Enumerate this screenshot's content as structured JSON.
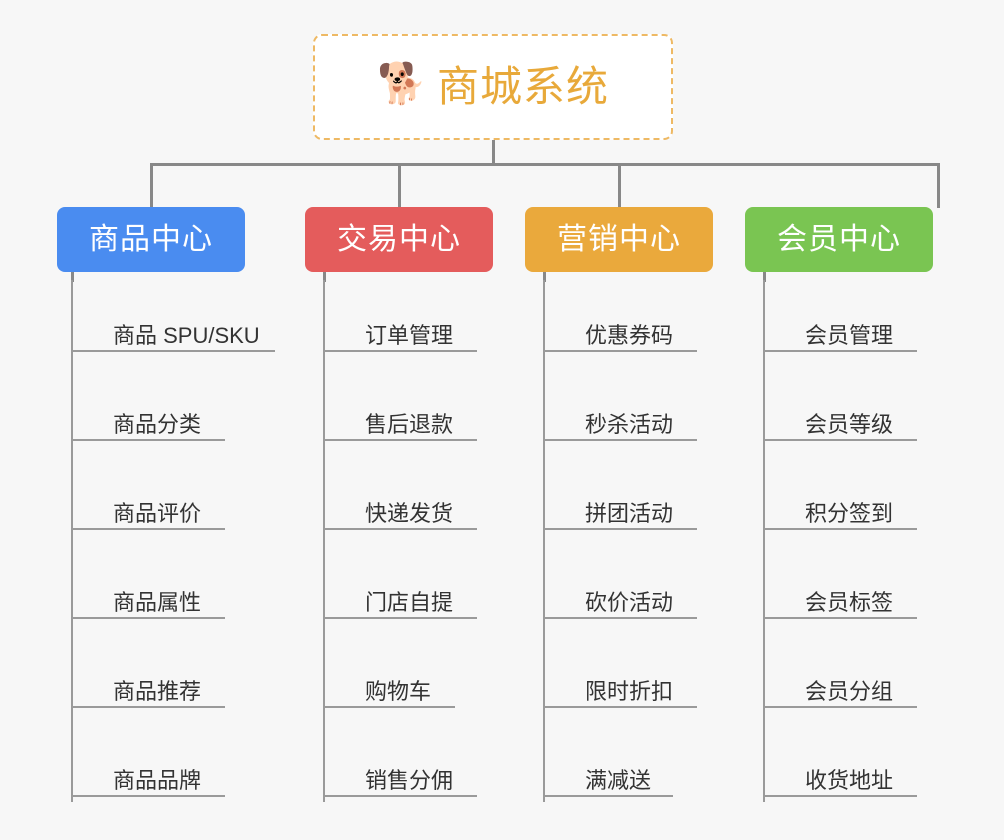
{
  "diagram": {
    "type": "tree",
    "background_color": "#f7f7f7",
    "connector_color": "#888888",
    "root": {
      "emoji": "🐕",
      "emoji_name": "shiba-inu-dog-face",
      "title": "商城系统",
      "title_color": "#e8a93a",
      "border_color": "#eeb964",
      "border_style": "dashed",
      "background": "#ffffff"
    },
    "categories": [
      {
        "label": "商品中心",
        "color": "#4a8cf0",
        "items": [
          {
            "label": "商品 SPU/SKU",
            "underline_width": 202
          },
          {
            "label": "商品分类",
            "underline_width": 152
          },
          {
            "label": "商品评价",
            "underline_width": 152
          },
          {
            "label": "商品属性",
            "underline_width": 152
          },
          {
            "label": "商品推荐",
            "underline_width": 152
          },
          {
            "label": "商品品牌",
            "underline_width": 152
          }
        ]
      },
      {
        "label": "交易中心",
        "color": "#e45c5c",
        "items": [
          {
            "label": "订单管理",
            "underline_width": 152
          },
          {
            "label": "售后退款",
            "underline_width": 152
          },
          {
            "label": "快递发货",
            "underline_width": 152
          },
          {
            "label": "门店自提",
            "underline_width": 152
          },
          {
            "label": "购物车",
            "underline_width": 130
          },
          {
            "label": "销售分佣",
            "underline_width": 152
          }
        ]
      },
      {
        "label": "营销中心",
        "color": "#eaa93c",
        "items": [
          {
            "label": "优惠券码",
            "underline_width": 152
          },
          {
            "label": "秒杀活动",
            "underline_width": 152
          },
          {
            "label": "拼团活动",
            "underline_width": 152
          },
          {
            "label": "砍价活动",
            "underline_width": 152
          },
          {
            "label": "限时折扣",
            "underline_width": 152
          },
          {
            "label": "满减送",
            "underline_width": 128
          }
        ]
      },
      {
        "label": "会员中心",
        "color": "#7ac552",
        "items": [
          {
            "label": "会员管理",
            "underline_width": 152
          },
          {
            "label": "会员等级",
            "underline_width": 152
          },
          {
            "label": "积分签到",
            "underline_width": 152
          },
          {
            "label": "会员标签",
            "underline_width": 152
          },
          {
            "label": "会员分组",
            "underline_width": 152
          },
          {
            "label": "收货地址",
            "underline_width": 152
          }
        ]
      }
    ]
  }
}
